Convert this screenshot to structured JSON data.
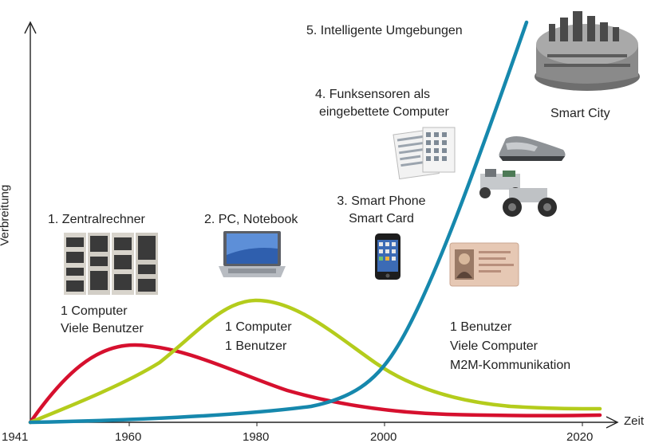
{
  "axes": {
    "y_label": "Verbreitung",
    "x_label": "Zeit",
    "x_ticks": [
      "1941",
      "1960",
      "1980",
      "2000",
      "2020"
    ]
  },
  "eras": [
    {
      "number": "1.",
      "title": "Zentralrechner",
      "desc_lines": [
        "1 Computer",
        "Viele Benutzer"
      ]
    },
    {
      "number": "2.",
      "title": "PC, Notebook",
      "desc_lines": [
        "1 Computer",
        "1 Benutzer"
      ]
    },
    {
      "number": "3.",
      "title_lines": [
        "3. Smart Phone",
        "Smart Card"
      ]
    },
    {
      "number": "4.",
      "title_lines": [
        "4. Funksensoren als",
        "eingebettete Computer"
      ]
    },
    {
      "number": "5.",
      "title": "5. Intelligente Umgebungen"
    }
  ],
  "late_desc_lines": [
    "1 Benutzer",
    "Viele Computer",
    "M2M-Kommunikation"
  ],
  "smart_city_label": "Smart City",
  "colors": {
    "mainframe_curve": "#d6102e",
    "pc_curve": "#b4cc1c",
    "ubiquitous_curve": "#1688ad",
    "axis": "#222222"
  },
  "icons": [
    "mainframe-photo",
    "laptop-photo",
    "smartphone-photo",
    "id-card-photo",
    "sensor-cards-photo",
    "sneaker-photo",
    "sensor-robot-photo",
    "robot-wheel-photo",
    "smart-city-model-photo"
  ]
}
